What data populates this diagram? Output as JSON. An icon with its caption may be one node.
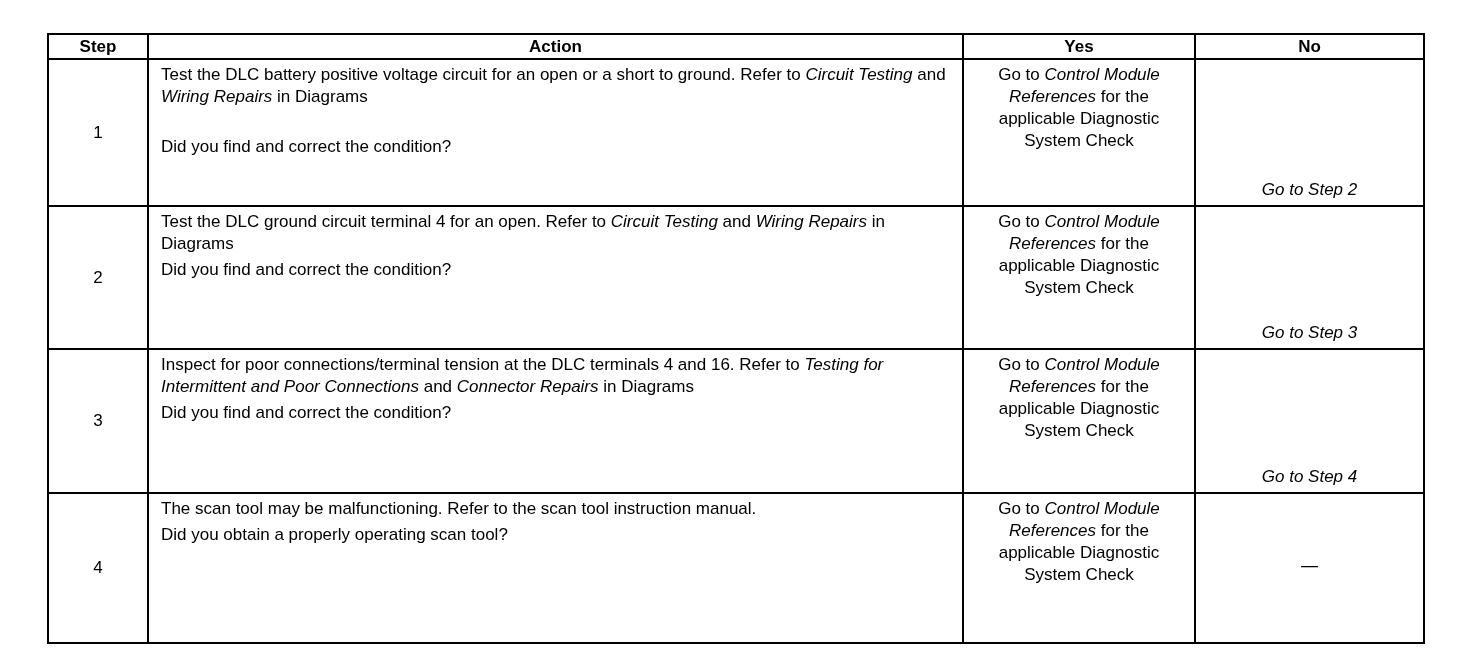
{
  "diagram": {
    "labels": [
      "Step",
      "Action",
      "Yes",
      "No",
      "1",
      "Test the DLC battery positive voltage circuit for an open or a short to ground. Refer to *Circuit Testing* and *Wiring Repairs* in Diagrams",
      "Did you find and correct the condition?",
      "Go to *Control Module References* for the applicable Diagnostic System Check",
      "Go to Step 2",
      "2",
      "Test the DLC ground circuit terminal 4 for an open. Refer to *Circuit Testing* and *Wiring Repairs* in Diagrams",
      "Did you find and correct the condition?",
      "Go to *Control Module References* for the applicable Diagnostic System Check",
      "Go to Step 3",
      "3",
      "Inspect for poor connections/terminal tension at the DLC terminals 4 and 16. Refer to *Testing for Intermittent and Poor Connections* and *Connector Repairs* in Diagrams",
      "Did you find and correct the condition?",
      "Go to *Control Module References* for the applicable Diagnostic System Check",
      "Go to Step 4",
      "4",
      "The scan tool may be malfunctioning. Refer to the scan tool instruction manual.",
      "Did you obtain a properly operating scan tool?",
      "Go to *Control Module References* for the applicable Diagnostic System Check",
      "—"
    ]
  }
}
